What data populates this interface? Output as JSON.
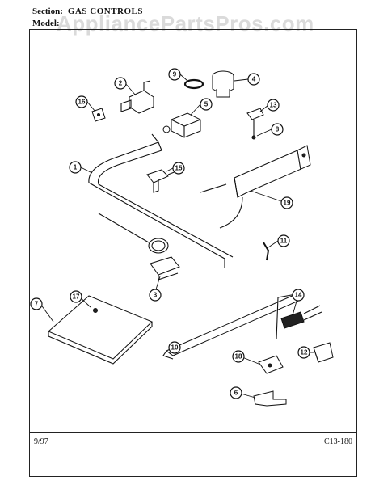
{
  "header": {
    "section_label": "Section:",
    "section_value": "GAS CONTROLS",
    "model_label": "Model:"
  },
  "watermark": "AppliancePartsPros.com",
  "footer": {
    "date": "9/97",
    "code": "C13-180"
  },
  "callouts": [
    "1",
    "2",
    "3",
    "4",
    "5",
    "6",
    "7",
    "8",
    "9",
    "10",
    "11",
    "12",
    "13",
    "14",
    "15",
    "16",
    "17",
    "18",
    "19"
  ]
}
